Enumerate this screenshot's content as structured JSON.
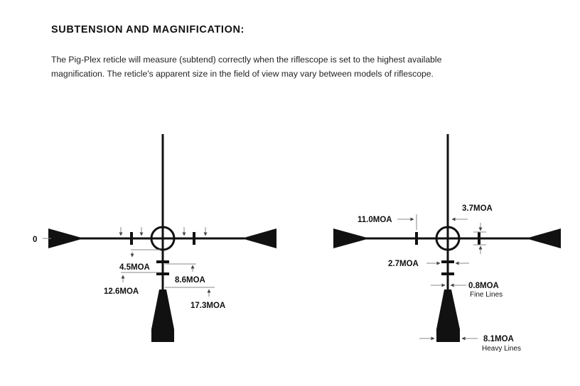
{
  "section": {
    "title": "SUBTENSION AND MAGNIFICATION:",
    "paragraph_lines": [
      "The Pig-Plex reticle will measure (subtend) correctly when the riflescope is set to the highest available",
      "magnification. The reticle's apparent size in the field of view may vary between models of riflescope."
    ]
  },
  "left_reticle": {
    "zero_label": "0",
    "labels": [
      "4.5MOA",
      "8.6MOA",
      "12.6MOA",
      "17.3MOA"
    ]
  },
  "right_reticle": {
    "labels": [
      "11.0MOA",
      "3.7MOA",
      "2.7MOA",
      "0.8MOA",
      "8.1MOA"
    ],
    "fine_lines": "Fine Lines",
    "heavy_lines": "Heavy Lines"
  },
  "colors": {
    "ink": "#111111",
    "leader": "#888888",
    "background": "#ffffff"
  }
}
